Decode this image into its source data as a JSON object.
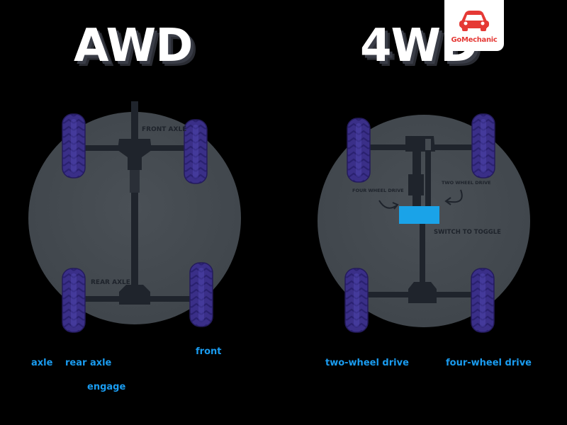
{
  "titles": {
    "awd": "AWD",
    "fwd": "4WD"
  },
  "logo": {
    "text_go": "Go",
    "text_mechanic": "Mechanic",
    "color": "#e53935"
  },
  "awd_diagram": {
    "front_axle_label": "FRONT AXLE",
    "rear_axle_label": "REAR AXLE"
  },
  "fwd_diagram": {
    "four_wheel_drive_label": "FOUR WHEEL DRIVE",
    "two_wheel_drive_label": "TWO WHEEL DRIVE",
    "switch_label": "SWITCH TO TOGGLE",
    "switch_color": "#1aa3e8"
  },
  "bottom_labels": {
    "axle": "axle",
    "rear_axle": "rear axle",
    "engage": "engage",
    "front": "front",
    "two_wheel_drive": "two-wheel drive",
    "four_wheel_drive": "four-wheel drive"
  },
  "colors": {
    "background": "#000000",
    "circle": "#454b51",
    "tire": "#3a2f88",
    "frame": "#1f242c",
    "label_blue": "#1a9cf0"
  }
}
